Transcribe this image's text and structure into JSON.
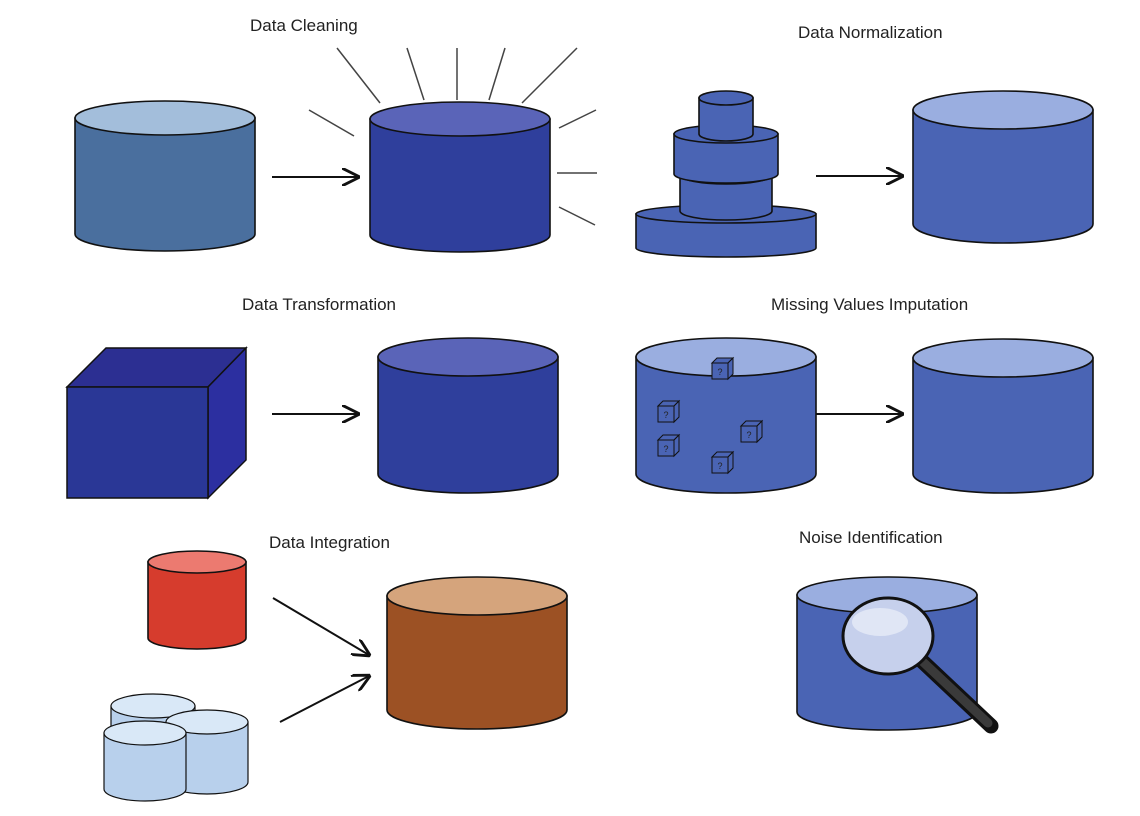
{
  "panels": {
    "cleaning": {
      "title": "Data Cleaning"
    },
    "normalization": {
      "title": "Data Normalization"
    },
    "transformation": {
      "title": "Data Transformation"
    },
    "imputation": {
      "title": "Missing Values Imputation",
      "missing_marker": "?"
    },
    "integration": {
      "title": "Data Integration"
    },
    "noise": {
      "title": "Noise Identification"
    }
  },
  "colors": {
    "steel_body": "#4a6f9e",
    "steel_top": "#a3bedb",
    "navy_body": "#2f3f9c",
    "navy_top": "#5a64b8",
    "blue_body": "#4a64b4",
    "blue_top": "#9aaee0",
    "red_body": "#d63c2d",
    "red_top": "#ec7a70",
    "brown_body": "#9c5124",
    "brown_top": "#d5a47c",
    "glass_body": "#b8d0ec",
    "glass_top": "#d9e8f7",
    "outline": "#111111"
  }
}
